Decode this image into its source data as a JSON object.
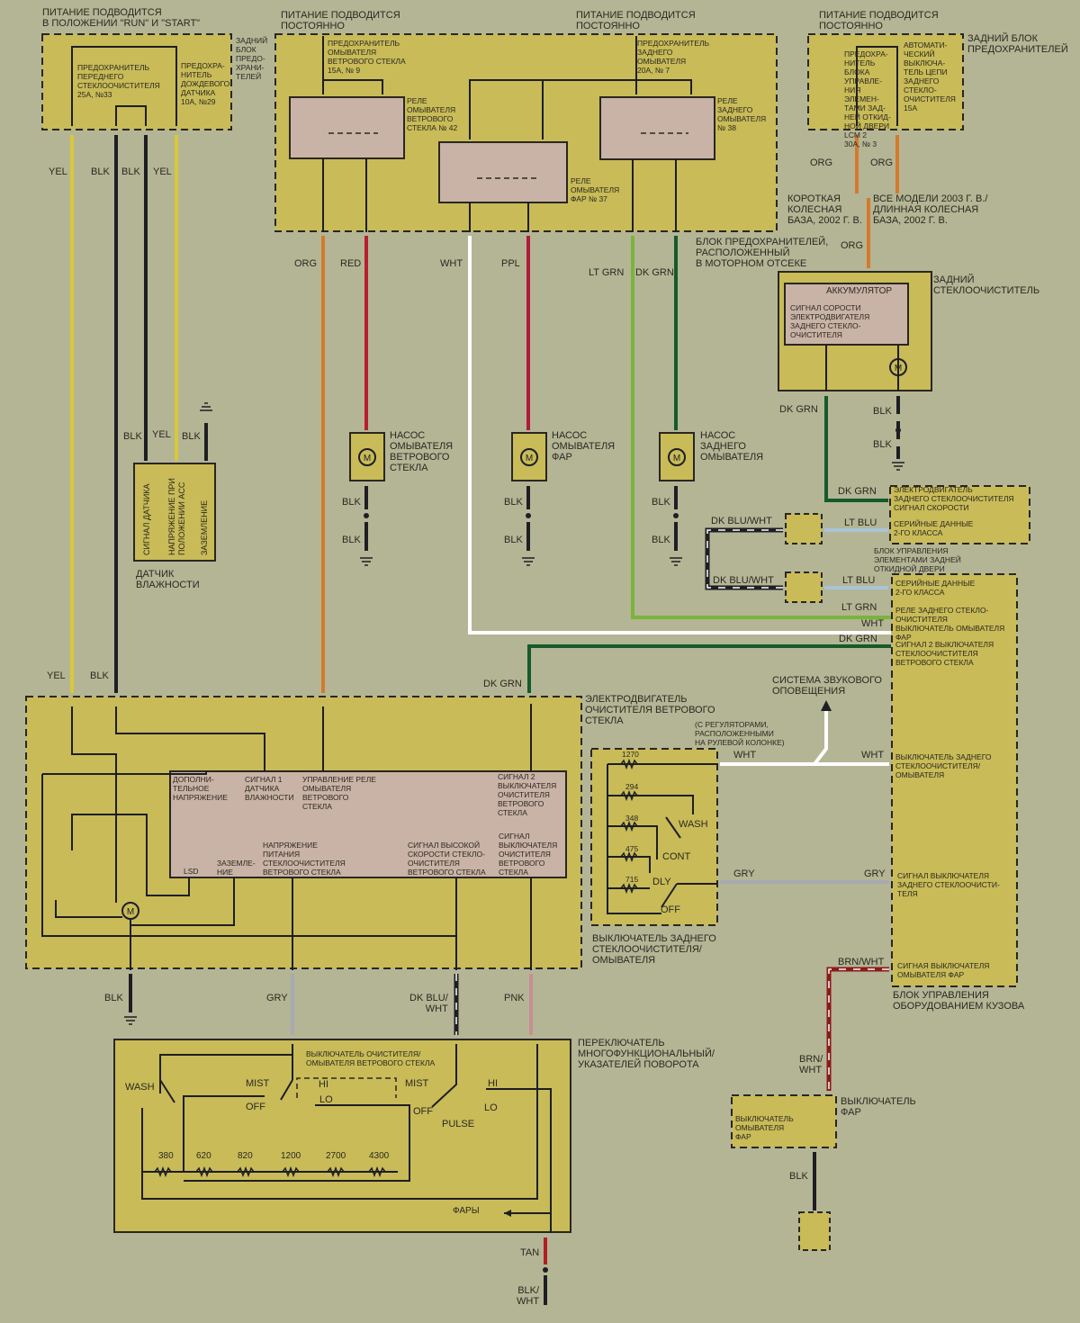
{
  "colors": {
    "background": "#b4b595",
    "component_fill": "#c8bb58",
    "module_fill": "#c9b3a6",
    "wire_yel": "#d9c83b",
    "wire_blk": "#1e1e24",
    "wire_org": "#d57a2c",
    "wire_red": "#b81f2e",
    "wire_wht": "#ffffff",
    "wire_ppl": "#b01b3c",
    "wire_lt_grn": "#7ab43a",
    "wire_dk_grn": "#145a2a",
    "wire_lt_blu": "#a9c4d6",
    "wire_gry": "#a8aab0",
    "wire_pnk": "#c98e92",
    "wire_tan": "#b31e22",
    "wire_brn": "#8b1a1a"
  },
  "power_labels": {
    "run_start": "Питание подводится\nв положении \"RUN\" и \"START\"",
    "constant_1": "Питание подводится\nпостоянно",
    "constant_2": "Питание подводится\nпостоянно",
    "constant_3": "Питание подводится\nпостоянно"
  },
  "fuse_block_rear_left": {
    "title": "Задний\nблок\nпредо-\nхрани-\nтелей",
    "fuse_1": "Предохранитель\nпереднего\nстеклоочистителя\n25А, №33",
    "fuse_2": "Предохра-\nнитель\nдождевого\nдатчика\n10А, №29"
  },
  "engine_fuse_block": {
    "title": "Блок предохранителей,\nрасположенный\nв моторном отсеке",
    "fuse_9": "Предохранитель\nомывателя\nветрового стекла\n15А, № 9",
    "fuse_7": "Предохранитель\nзаднего\nомывателя\n20А, № 7",
    "relay_42": "Реле\nомывателя\nветрового\nстекла № 42",
    "relay_37": "Реле\nомывателя\nфар № 37",
    "relay_38": "Реле\nзаднего\nомывателя\n№ 38"
  },
  "rear_fuse_block": {
    "title": "Задний блок\nпредохранителей",
    "fuse_lcm": "Предохра-\nнитель\nблока\nуправле-\nния\nэлемен-\nтами зад-\nней откид-\nной двери\nLCM 2\n30А, № 3",
    "breaker": "Автомати-\nческий\nвыключа-\nтель цепи\nзаднего\nстекло-\nочистителя\n15А"
  },
  "wheelbase_notes": {
    "short": "Короткая\nколесная\nбаза, 2002 г. в.",
    "long": "Все модели 2003 г. в./\nдлинная колесная\nбаза, 2002 г. в."
  },
  "rear_wiper": {
    "title": "Задний\nстеклоочиститель",
    "module_title": "Аккумулятор",
    "module_text": "Сигнал сорости\nэлектродвигателя\nзаднего стекло-\nочистителя",
    "motor": "M"
  },
  "humidity_sensor": {
    "title": "Датчик\nвлажности",
    "pin_1": "Сигнал датчика",
    "pin_2": "Напряжение при\nположении ACC",
    "pin_3": "Заземление"
  },
  "pumps": {
    "windshield": "Насос\nомывателя\nветрового\nстекла",
    "headlamp": "Насос\nомывателя\nфар",
    "rear": "Насос\nзаднего\nомывателя",
    "motor": "M"
  },
  "liftgate_module": {
    "title": "Блок управления\nэлементами задней\nоткидной двери",
    "pin_speed": "Электродвигатель\nзаднего стеклоочистителя\nсигнал скорости",
    "pin_serial": "Серийные данные\n2-го класса"
  },
  "body_control_module": {
    "title": "Блок управления\nоборудованием кузова",
    "pin_serial": "Серийные данные\n2-го класса",
    "pin_rear_relay": "Реле заднего стекло-\nочистителя",
    "pin_headlamp_switch": "Выключатель омывателя\nфар",
    "pin_wiper_signal_2": "Сигнал 2 выключателя\nстеклоочистителя\nветрового стекла",
    "pin_rear_switch": "Выключатель заднего\nстеклоочистителя/\nомывателя",
    "pin_rear_switch_signal": "Сигнал выключателя\nзаднего стеклоочисти-\nтеля",
    "pin_headlamp_signal": "Сигная выключателя\nомывателя фар"
  },
  "chime": {
    "title": "Система звукового\nоповещения",
    "note": "(С регуляторами,\nрасположенными\nна рулевой колонке)"
  },
  "wiper_motor": {
    "title": "Электродвигатель\nочистителя ветрового\nстекла",
    "motor": "M",
    "pins": {
      "aux_voltage": "Дополни-\nтельное\nнапряжение",
      "humidity_signal": "Сигнал 1\nдатчика\nвлажности",
      "relay_control": "Управление реле\nомывателя\nветрового\nстекла",
      "switch_signal_2": "Сигнал 2\nвыключателя\nочистителя\nветрового\nстекла",
      "lsd": "LSD",
      "ground": "Заземле-\nние",
      "supply": "Напряжение\nпитания\nстеклоочистителя\nветрового стекла",
      "high_speed": "Сигнал высокой\nскорости стекло-\nочистителя\nветрового стекла",
      "switch_signal": "Сигнал\nвыключателя\nочистителя\nветрового\nстекла"
    }
  },
  "rear_switch": {
    "title": "Выключатель заднего\nстеклоочистителя/\nомывателя",
    "resistors": [
      "1270",
      "294",
      "348",
      "475",
      "715"
    ],
    "positions": [
      "WASH",
      "CONT",
      "DLY",
      "OFF"
    ]
  },
  "multifunction_switch": {
    "title": "Переключатель\nмногофункциональный/\nуказателей поворота",
    "sub_title": "Выключатель очистителя/\nомывателя ветрового стекла",
    "wash": "WASH",
    "mist_1": "MIST",
    "off_1": "OFF",
    "hi_1": "HI",
    "lo_1": "LO",
    "mist_2": "MIST",
    "off_2": "OFF",
    "hi_2": "HI",
    "lo_2": "LO",
    "pulse": "PULSE",
    "headlamps": "Фары",
    "resistors": [
      "380",
      "620",
      "820",
      "1200",
      "2700",
      "4300"
    ]
  },
  "headlamp_switch": {
    "title": "Выключатель\nфар",
    "inner": "Выключатель\nомывателя\nфар"
  },
  "wires": {
    "yel": "YEL",
    "blk": "BLK",
    "org": "ORG",
    "red": "RED",
    "wht": "WHT",
    "ppl": "PPL",
    "lt_grn": "LT GRN",
    "dk_grn": "DK GRN",
    "lt_blu": "LT BLU",
    "dk_blu_wht": "DK BLU/WHT",
    "dk_blu_wht_split": "DK BLU/\nWHT",
    "gry": "GRY",
    "pnk": "PNK",
    "tan": "TAN",
    "blk_wht": "BLK/\nWHT",
    "brn_wht": "BRN/WHT",
    "brn_wht_split": "BRN/\nWHT"
  }
}
